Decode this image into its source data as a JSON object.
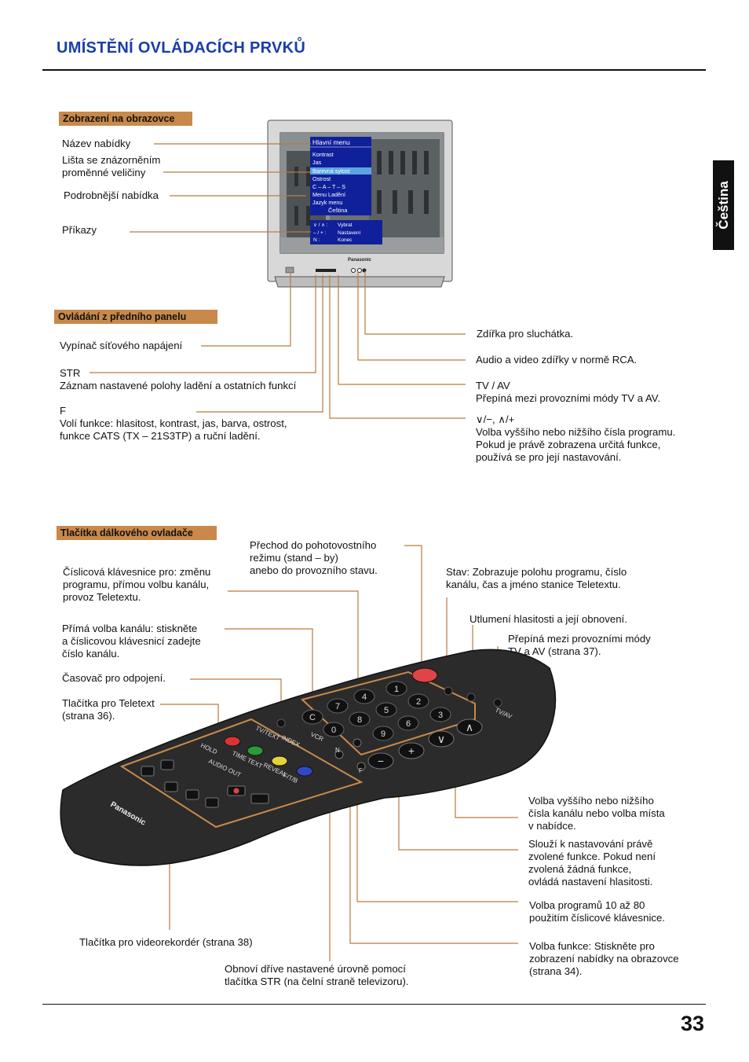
{
  "page": {
    "title": "UMÍSTĚNÍ OVLÁDACÍCH PRVKŮ",
    "language_tab": "Čeština",
    "page_number": "33"
  },
  "sections": {
    "screen": {
      "label": "Zobrazení na obrazovce",
      "menu_name": "Název nabídky",
      "bar": "Lišta se znázorněním\nproměnné veličiny",
      "detail": "Podrobnější nabídka",
      "commands": "Příkazy"
    },
    "front": {
      "label": "Ovládání z předního panelu",
      "power": "Vypínač síťového napájení",
      "str": "STR\nZáznam nastavené polohy ladění a ostatních funkcí",
      "f": "F\nVolí funkce: hlasitost, kontrast, jas, barva, ostrost,\nfunkce CATS  (TX – 21S3TP) a ruční  ladění.",
      "headphones": "Zdířka pro sluchátka.",
      "rca": "Audio a video zdířky v normě RCA.",
      "tvav": "TV / AV\nPřepíná mezi provozními módy TV a AV.",
      "prog": "∨/−, ∧/+\nVolba vyššího nebo nižšího čísla programu.\nPokud je právě zobrazena určitá funkce,\npoužívá se pro její nastavování."
    },
    "remote": {
      "label": "Tlačítka dálkového ovladače",
      "standby": "Přechod do pohotovostního\nrežimu (stand – by)\nanebo do provozního stavu.",
      "keypad": "Číslicová klávesnice pro: změnu\nprogramu, přímou volbu kanálu,\nprovoz Teletextu.",
      "direct": "Přímá volba kanálu: stiskněte\na číslicovou klávesnicí zadejte\nčíslo kanálu.",
      "timer": "Časovač pro odpojení.",
      "teletext": "Tlačítka pro Teletext\n(strana 36).",
      "vcr": "Tlačítka pro videorekordér (strana 38)",
      "restore": "Obnoví dříve nastavené úrovně pomocí\ntlačítka STR (na čelní straně televizoru).",
      "status": "Stav: Zobrazuje polohu programu, číslo\nkanálu, čas a jméno stanice Teletextu.",
      "mute": "Utlumení hlasitosti a její obnovení.",
      "tvav": "Přepíná mezi provozními módy\nTV a AV (strana 37).",
      "updown": "Volba vyššího nebo nižšího\nčísla kanálu nebo volba místa\nv nabídce.",
      "plusminus": "Slouží k nastavování právě\nzvolené funkce. Pokud není\nzvolená žádná funkce,\novládá nastavení hlasitosti.",
      "prog10": "Volba programů 10 až 80\npoužitím číslicové klávesnice.",
      "func": "Volba funkce: Stiskněte pro\nzobrazení nabídky na obrazovce\n(strana 34)."
    }
  },
  "tv_screen": {
    "menu_title": "Hlavní menu",
    "menu_items": [
      "Kontrast",
      "Jas",
      "Barevná sytost",
      "Ostrost",
      "C – A – T – S",
      "Menu Ladění",
      "Jazyk menu",
      "Čeština"
    ],
    "cmd_keys": [
      "∨ / ∧ :",
      "– / + :",
      "N    :"
    ],
    "cmd_vals": [
      "Vybrat",
      "Nastavení",
      "Konec"
    ],
    "brand": "Panasonic"
  },
  "remote_labels": {
    "brand": "Panasonic",
    "tv_text": "TV/TEXT",
    "index": "INDEX",
    "vcr": "VCR",
    "tvav": "TV/AV",
    "hold": "HOLD",
    "time_text": "TIME TEXT",
    "reveal": "REVEAL",
    "audio_out": "AUDIO OUT",
    "f_tb": "F/T/B",
    "c": "C",
    "n": "N",
    "f": "F",
    "digits": [
      "1",
      "2",
      "3",
      "4",
      "5",
      "6",
      "7",
      "8",
      "9",
      "0"
    ]
  },
  "colors": {
    "accent_blue": "#1a3ea8",
    "label_bg": "#c8894a",
    "leader": "#b87c3c"
  }
}
